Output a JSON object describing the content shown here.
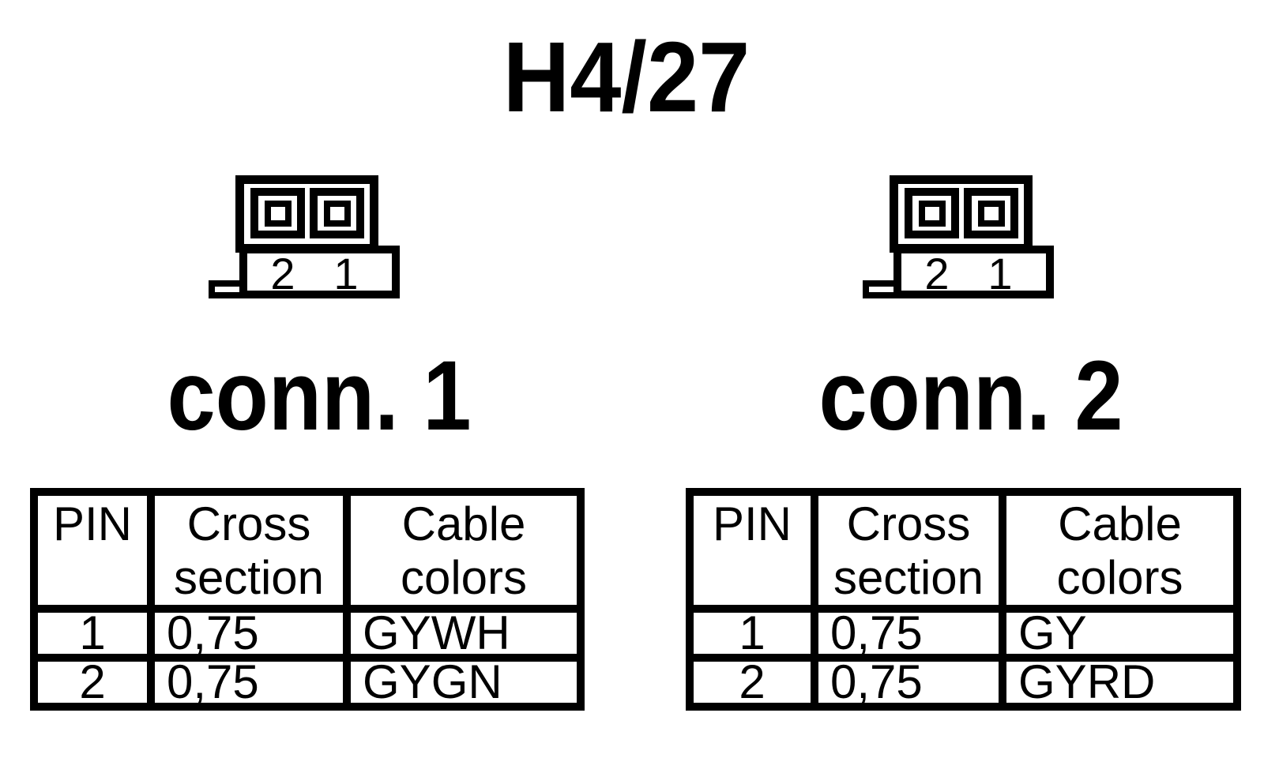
{
  "title": "H4/27",
  "colors": {
    "ink": "#000000",
    "paper": "#ffffff"
  },
  "connectors": [
    {
      "label": "conn. 1",
      "figure": {
        "pin_numbers": [
          "2",
          "1"
        ]
      },
      "table": {
        "headers": [
          "PIN",
          "Cross section",
          "Cable colors"
        ],
        "rows": [
          {
            "pin": "1",
            "cross_section": "0,75",
            "cable_color": "GYWH"
          },
          {
            "pin": "2",
            "cross_section": "0,75",
            "cable_color": "GYGN"
          }
        ]
      }
    },
    {
      "label": "conn. 2",
      "figure": {
        "pin_numbers": [
          "2",
          "1"
        ]
      },
      "table": {
        "headers": [
          "PIN",
          "Cross section",
          "Cable colors"
        ],
        "rows": [
          {
            "pin": "1",
            "cross_section": "0,75",
            "cable_color": "GY"
          },
          {
            "pin": "2",
            "cross_section": "0,75",
            "cable_color": "GYRD"
          }
        ]
      }
    }
  ]
}
